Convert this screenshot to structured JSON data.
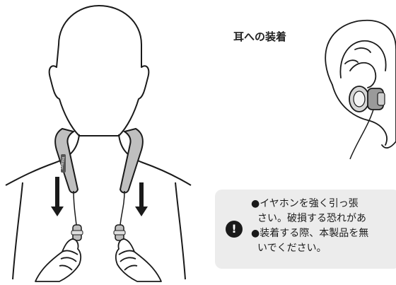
{
  "ear_section": {
    "title": "耳への装着"
  },
  "device": {
    "logo_text": "SANWA"
  },
  "caution": {
    "icon_glyph": "!",
    "lines": [
      "●イヤホンを強く引っ張",
      "さい。破損する恐れがあ",
      "●装着する際、本製品を無",
      "いでください。"
    ]
  }
}
